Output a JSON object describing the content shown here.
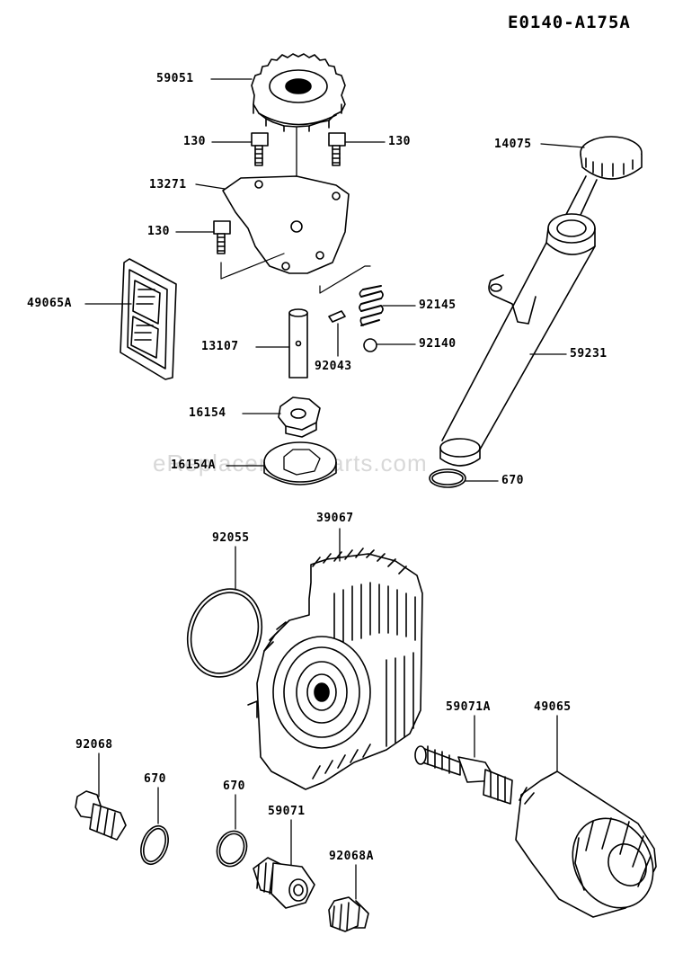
{
  "diagram_code": "E0140-A175A",
  "watermark": "eReplacementParts.com",
  "callouts": {
    "p59051": "59051",
    "p130a": "130",
    "p130b": "130",
    "p13271": "13271",
    "p130c": "130",
    "p49065A": "49065A",
    "p13107": "13107",
    "p92043": "92043",
    "p92145": "92145",
    "p92140": "92140",
    "p16154": "16154",
    "p16154A": "16154A",
    "p14075": "14075",
    "p59231": "59231",
    "p670a": "670",
    "p39067": "39067",
    "p92055": "92055",
    "p59071A": "59071A",
    "p49065": "49065",
    "p92068": "92068",
    "p670b": "670",
    "p670c": "670",
    "p59071": "59071",
    "p92068A": "92068A"
  }
}
